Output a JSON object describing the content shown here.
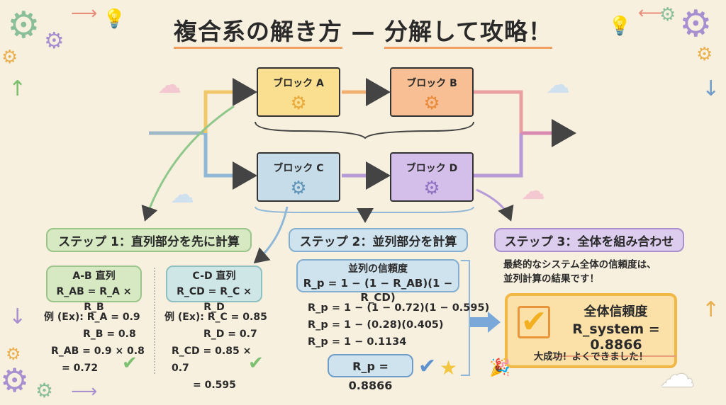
{
  "title": {
    "part1": "複合系の解き方",
    "dash": "—",
    "part2": "分解して攻略！"
  },
  "blocks": {
    "a": "ブロック A",
    "b": "ブロック B",
    "c": "ブロック C",
    "d": "ブロック D"
  },
  "step1": {
    "label": "ステップ 1：直列部分を先に計算",
    "ab": {
      "title": "A-B 直列",
      "formula": "R_AB = R_A × R_B",
      "ex": [
        "例 (Ex): R_A = 0.9",
        "R_B = 0.8",
        "R_AB = 0.9 × 0.8",
        "= 0.72"
      ]
    },
    "cd": {
      "title": "C-D 直列",
      "formula": "R_CD = R_C × R_D",
      "ex": [
        "例 (Ex): R_C = 0.85",
        "R_D = 0.7",
        "R_CD = 0.85 × 0.7",
        "= 0.595"
      ]
    }
  },
  "step2": {
    "label": "ステップ 2：並列部分を計算",
    "box_title": "並列の信頼度",
    "formula": "R_p = 1 − (1 − R_AB)(1 − R_CD)",
    "lines": [
      "R_p = 1 − (1 − 0.72)(1 − 0.595)",
      "R_p = 1 − (0.28)(0.405)",
      "R_p = 1 − 0.1134"
    ],
    "result": "R_p = 0.8866"
  },
  "step3": {
    "label": "ステップ 3：全体を組み合わせ",
    "desc1": "最終的なシステム全体の信頼度は、",
    "desc2": "並列計算の結果です！",
    "box_title": "全体信頼度",
    "result": "R_system = 0.8866",
    "praise": "大成功！よくできました！"
  },
  "colors": {
    "green": "#d6e9c2",
    "blue": "#cfe3ef",
    "purple": "#dccdee",
    "yellow": "#f9df8f",
    "orange": "#f7bf93"
  }
}
